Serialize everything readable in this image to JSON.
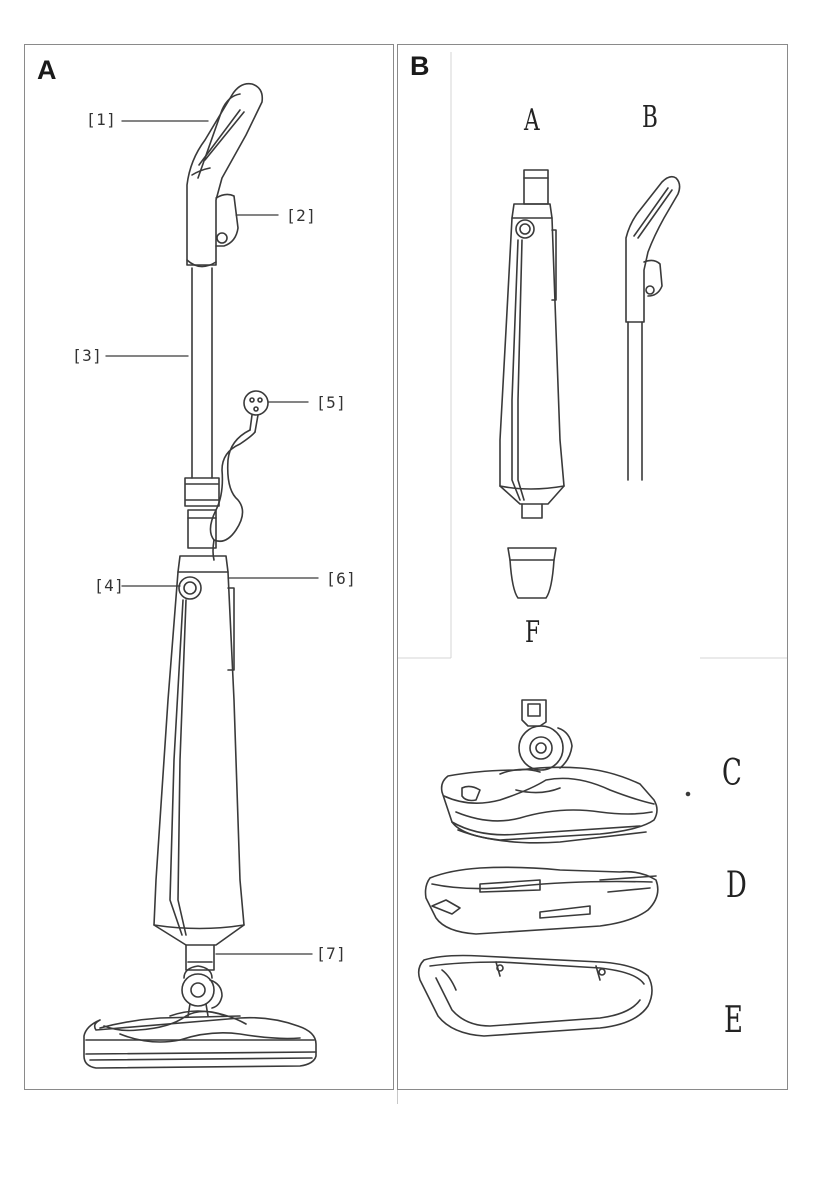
{
  "panels": {
    "a": {
      "letter": "A"
    },
    "b": {
      "letter": "B"
    }
  },
  "callouts": {
    "c1": "[1]",
    "c2": "[2]",
    "c3": "[3]",
    "c4": "[4]",
    "c5": "[5]",
    "c6": "[6]",
    "c7": "[7]"
  },
  "parts": {
    "a": "A",
    "b": "B",
    "c": "C",
    "d": "D",
    "e": "E",
    "f": "F"
  },
  "colors": {
    "line": "#3a3a3a",
    "border": "#8a8a8a"
  }
}
